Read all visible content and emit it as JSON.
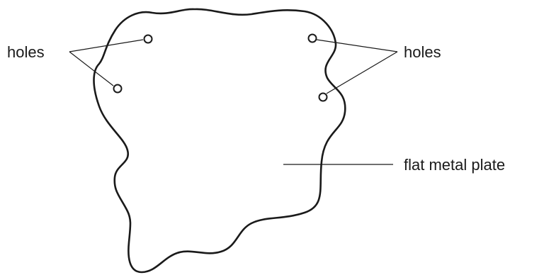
{
  "diagram": {
    "labels": {
      "holes_left": "holes",
      "holes_right": "holes",
      "plate": "flat metal plate"
    },
    "colors": {
      "line": "#1a1a1a",
      "text": "#1a1a1a",
      "background": "#ffffff"
    }
  }
}
